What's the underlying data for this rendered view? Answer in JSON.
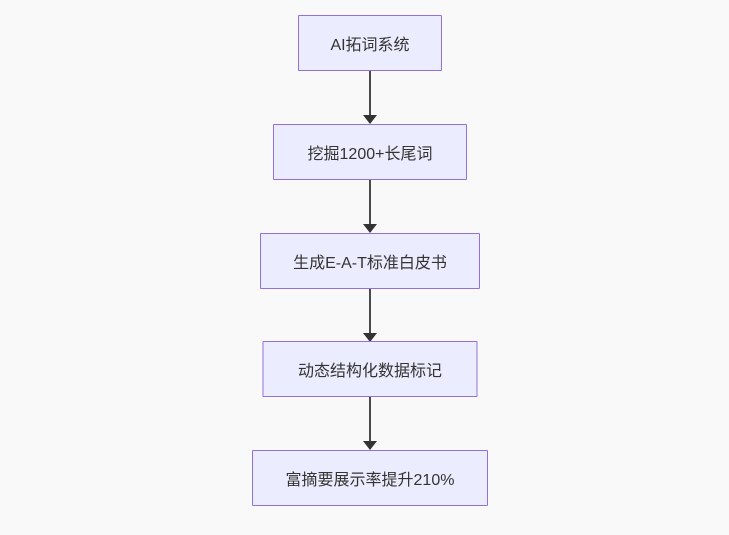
{
  "diagram": {
    "type": "flowchart",
    "direction": "top-down",
    "nodes": [
      {
        "id": "A",
        "label": "AI拓词系统"
      },
      {
        "id": "B",
        "label": "挖掘1200+长尾词"
      },
      {
        "id": "C",
        "label": "生成E-A-T标准白皮书"
      },
      {
        "id": "D",
        "label": "动态结构化数据标记"
      },
      {
        "id": "E",
        "label": "富摘要展示率提升210%"
      }
    ],
    "edges": [
      {
        "from": "A",
        "to": "B",
        "style": "arrow-down"
      },
      {
        "from": "B",
        "to": "C",
        "style": "arrow-down"
      },
      {
        "from": "C",
        "to": "D",
        "style": "arrow-down"
      },
      {
        "from": "D",
        "to": "E",
        "style": "arrow-down"
      }
    ],
    "colors": {
      "background": "#F9F9F9",
      "node_fill": "#ECECFF",
      "node_border": "#9370DB",
      "arrow": "#333333",
      "text": "#333333"
    }
  }
}
